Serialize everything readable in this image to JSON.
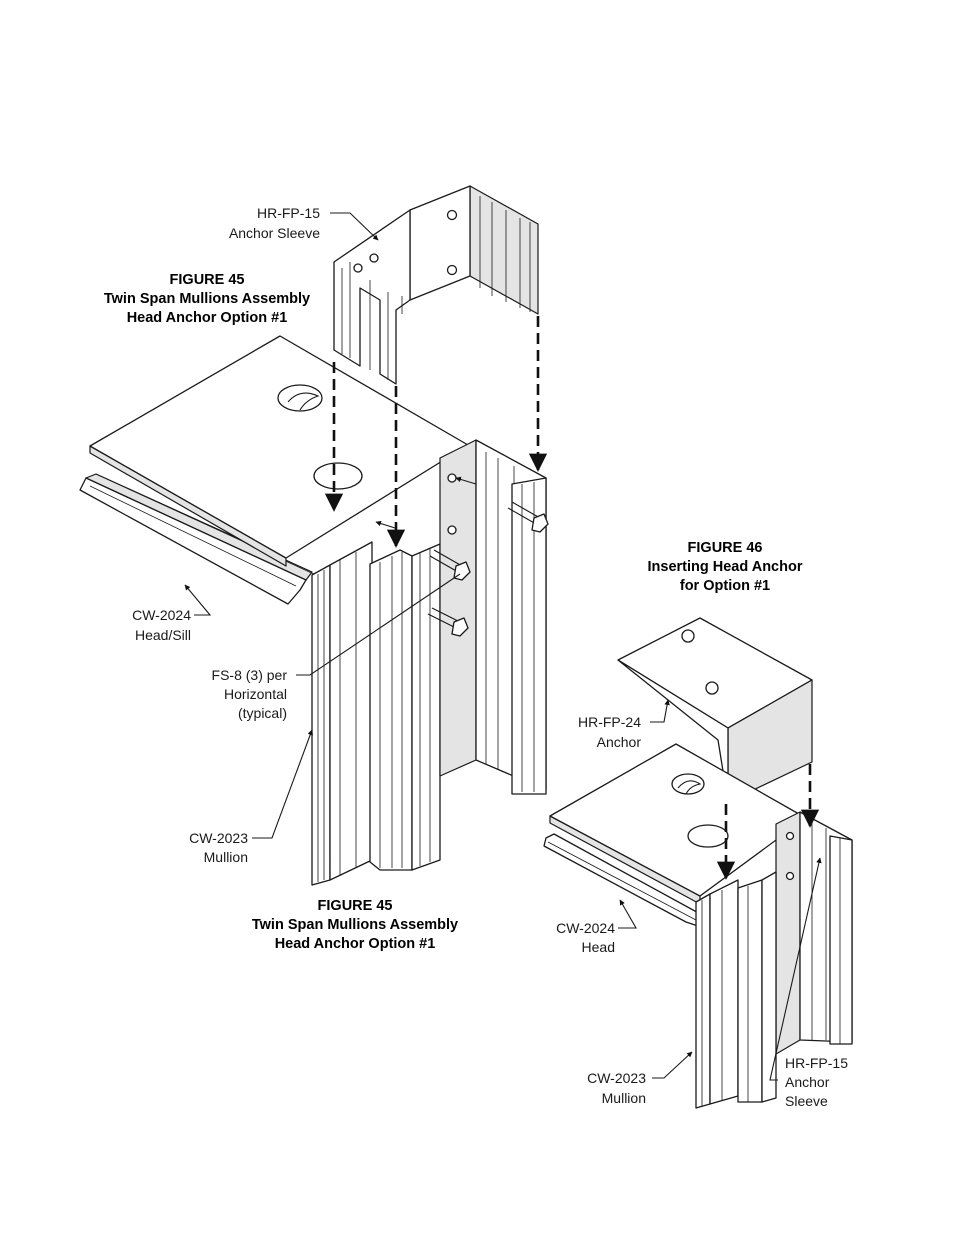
{
  "figure45_top": {
    "caption": [
      "FIGURE 45",
      "Twin Span Mullions Assembly",
      "Head Anchor Option #1"
    ]
  },
  "figure45_bottom": {
    "caption": [
      "FIGURE 45",
      "Twin Span Mullions Assembly",
      "Head Anchor Option #1"
    ]
  },
  "figure46": {
    "caption": [
      "FIGURE 46",
      "Inserting Head Anchor",
      "for Option #1"
    ]
  },
  "labels": {
    "hr_fp15_top": [
      "HR-FP-15",
      "Anchor Sleeve"
    ],
    "cw2024_headsill": [
      "CW-2024",
      "Head/Sill"
    ],
    "fs8": [
      "FS-8 (3) per",
      "Horizontal",
      "(typical)"
    ],
    "cw2023_left": [
      "CW-2023",
      "Mullion"
    ],
    "hr_fp24": [
      "HR-FP-24",
      "Anchor"
    ],
    "cw2024_head": [
      "CW-2024",
      "Head"
    ],
    "cw2023_right": [
      "CW-2023",
      "Mullion"
    ],
    "hr_fp15_right": [
      "HR-FP-15",
      "Anchor",
      "Sleeve"
    ]
  },
  "colors": {
    "ink": "#1a1a1a",
    "face_shade": "#e4e4e4"
  }
}
